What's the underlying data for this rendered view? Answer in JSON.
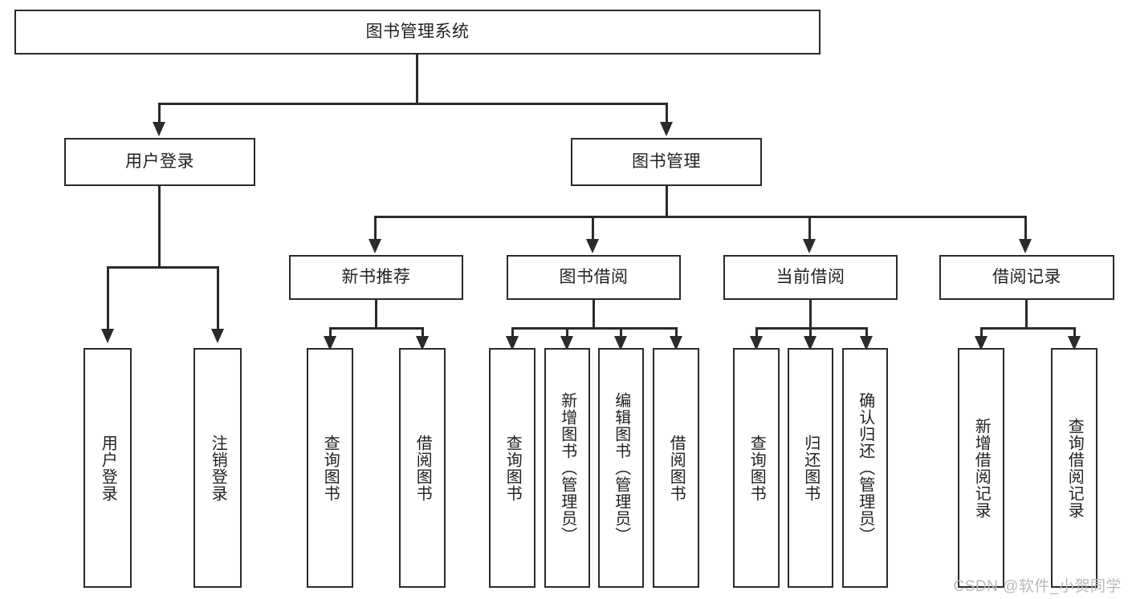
{
  "diagram": {
    "type": "tree-hierarchy-chart",
    "title": "图书管理系统",
    "orientation": "top-down",
    "box_fill": "#ffffff",
    "box_stroke": "#2b2b2b",
    "text_color": "#231f20"
  },
  "root": {
    "label": "图书管理系统"
  },
  "level2": [
    {
      "label": "用户登录"
    },
    {
      "label": "图书管理"
    }
  ],
  "level3": [
    {
      "label": "新书推荐"
    },
    {
      "label": "图书借阅"
    },
    {
      "label": "当前借阅"
    },
    {
      "label": "借阅记录"
    }
  ],
  "leaves": {
    "user_login": [
      {
        "label": "用户登录"
      },
      {
        "label": "注销登录"
      }
    ],
    "new_book_recommend": [
      {
        "label": "查询图书"
      },
      {
        "label": "借阅图书"
      }
    ],
    "book_borrow": [
      {
        "label": "查询图书"
      },
      {
        "label": "新增图书（管理员）"
      },
      {
        "label": "编辑图书（管理员）"
      },
      {
        "label": "借阅图书"
      }
    ],
    "current_borrow": [
      {
        "label": "查询图书"
      },
      {
        "label": "归还图书"
      },
      {
        "label": "确认归还（管理员）"
      }
    ],
    "borrow_record": [
      {
        "label": "新增借阅记录"
      },
      {
        "label": "查询借阅记录"
      }
    ]
  },
  "watermark": {
    "text": "CSDN @软件_小贺同学"
  }
}
